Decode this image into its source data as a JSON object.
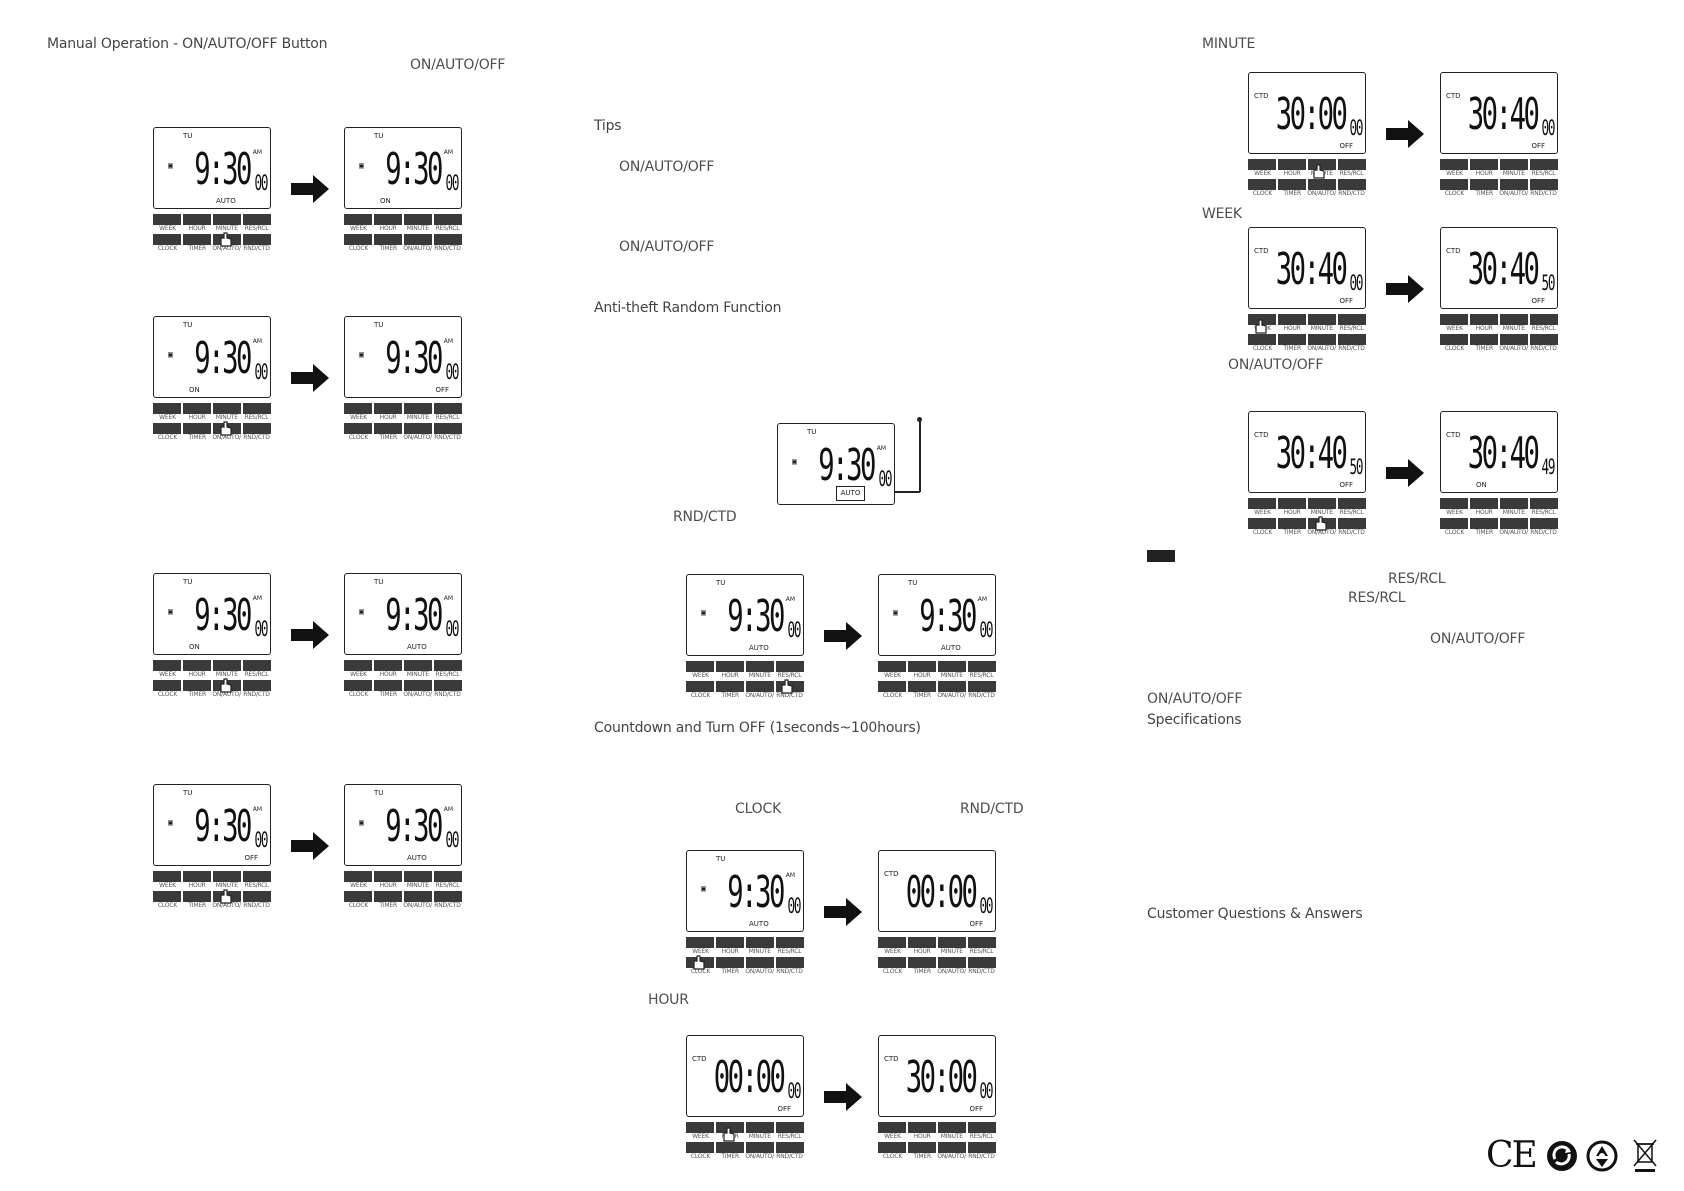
{
  "col1": {
    "heading": "Manual Operation - ON/AUTO/OFF Button",
    "sub": "ON/AUTO/OFF"
  },
  "col2": {
    "tips": "Tips",
    "tip1": "ON/AUTO/OFF",
    "tip2": "ON/AUTO/OFF",
    "antitheft": "Anti-theft Random Function",
    "rndctd": "RND/CTD",
    "countdown": "Countdown and Turn OFF (1seconds~100hours)",
    "clock_label": "CLOCK",
    "rndctd2": "RND/CTD",
    "hour_label": "HOUR"
  },
  "col3": {
    "minute": "MINUTE",
    "week": "WEEK",
    "onautooff1": "ON/AUTO/OFF",
    "resrcl1": "RES/RCL",
    "resrcl2": "RES/RCL",
    "onautooff2": "ON/AUTO/OFF",
    "onautooff3": "ON/AUTO/OFF",
    "specs": "Specifications",
    "qa": "Customer Questions & Answers"
  },
  "keypad": {
    "row1": [
      "WEEK",
      "HOUR",
      "MINUTE",
      "RES/RCL"
    ],
    "row2": [
      "CLOCK",
      "TIMER",
      "ON/AUTO/OFF",
      "RND/CTD"
    ]
  },
  "displays": {
    "d1a": {
      "day": "TU",
      "time": "9:30",
      "sec": "00",
      "am": "AM",
      "mode": "AUTO"
    },
    "d1b": {
      "day": "TU",
      "time": "9:30",
      "sec": "00",
      "am": "AM",
      "mode": "ON"
    },
    "d2a": {
      "day": "TU",
      "time": "9:30",
      "sec": "00",
      "am": "AM",
      "mode": "ON"
    },
    "d2b": {
      "day": "TU",
      "time": "9:30",
      "sec": "00",
      "am": "AM",
      "mode": "OFF"
    },
    "d3a": {
      "day": "TU",
      "time": "9:30",
      "sec": "00",
      "am": "AM",
      "mode": "ON"
    },
    "d3b": {
      "day": "TU",
      "time": "9:30",
      "sec": "00",
      "am": "AM",
      "mode": "AUTO"
    },
    "d4a": {
      "day": "TU",
      "time": "9:30",
      "sec": "00",
      "am": "AM",
      "mode": "OFF"
    },
    "d4b": {
      "day": "TU",
      "time": "9:30",
      "sec": "00",
      "am": "AM",
      "mode": "AUTO"
    },
    "dc": {
      "day": "TU",
      "time": "9:30",
      "sec": "00",
      "am": "AM",
      "mode": "AUTO"
    },
    "d5a": {
      "day": "TU",
      "time": "9:30",
      "sec": "00",
      "am": "AM",
      "mode": "AUTO"
    },
    "d5b": {
      "day": "TU",
      "time": "9:30",
      "sec": "00",
      "am": "AM",
      "mode": "AUTO"
    },
    "d6a": {
      "day": "TU",
      "time": "9:30",
      "sec": "00",
      "am": "AM",
      "mode": "AUTO"
    },
    "d6b": {
      "cto": "CTD",
      "time": "00:00",
      "sec": "00",
      "mode": "OFF"
    },
    "d7a": {
      "cto": "CTD",
      "time": "00:00",
      "sec": "00",
      "mode": "OFF"
    },
    "d7b": {
      "cto": "CTD",
      "time": "30:00",
      "sec": "00",
      "mode": "OFF"
    },
    "r1a": {
      "cto": "CTD",
      "time": "30:00",
      "sec": "00",
      "mode": "OFF"
    },
    "r1b": {
      "cto": "CTD",
      "time": "30:40",
      "sec": "00",
      "mode": "OFF"
    },
    "r2a": {
      "cto": "CTD",
      "time": "30:40",
      "sec": "00",
      "mode": "OFF"
    },
    "r2b": {
      "cto": "CTD",
      "time": "30:40",
      "sec": "50",
      "mode": "OFF"
    },
    "r3a": {
      "cto": "CTD",
      "time": "30:40",
      "sec": "50",
      "mode": "OFF"
    },
    "r3b": {
      "cto": "CTD",
      "time": "30:40",
      "sec": "49",
      "mode": "ON"
    }
  },
  "auto_box": "AUTO",
  "marks": [
    "CE",
    "recycle-icon",
    "battery-recycle-icon",
    "weee-bin-icon"
  ]
}
